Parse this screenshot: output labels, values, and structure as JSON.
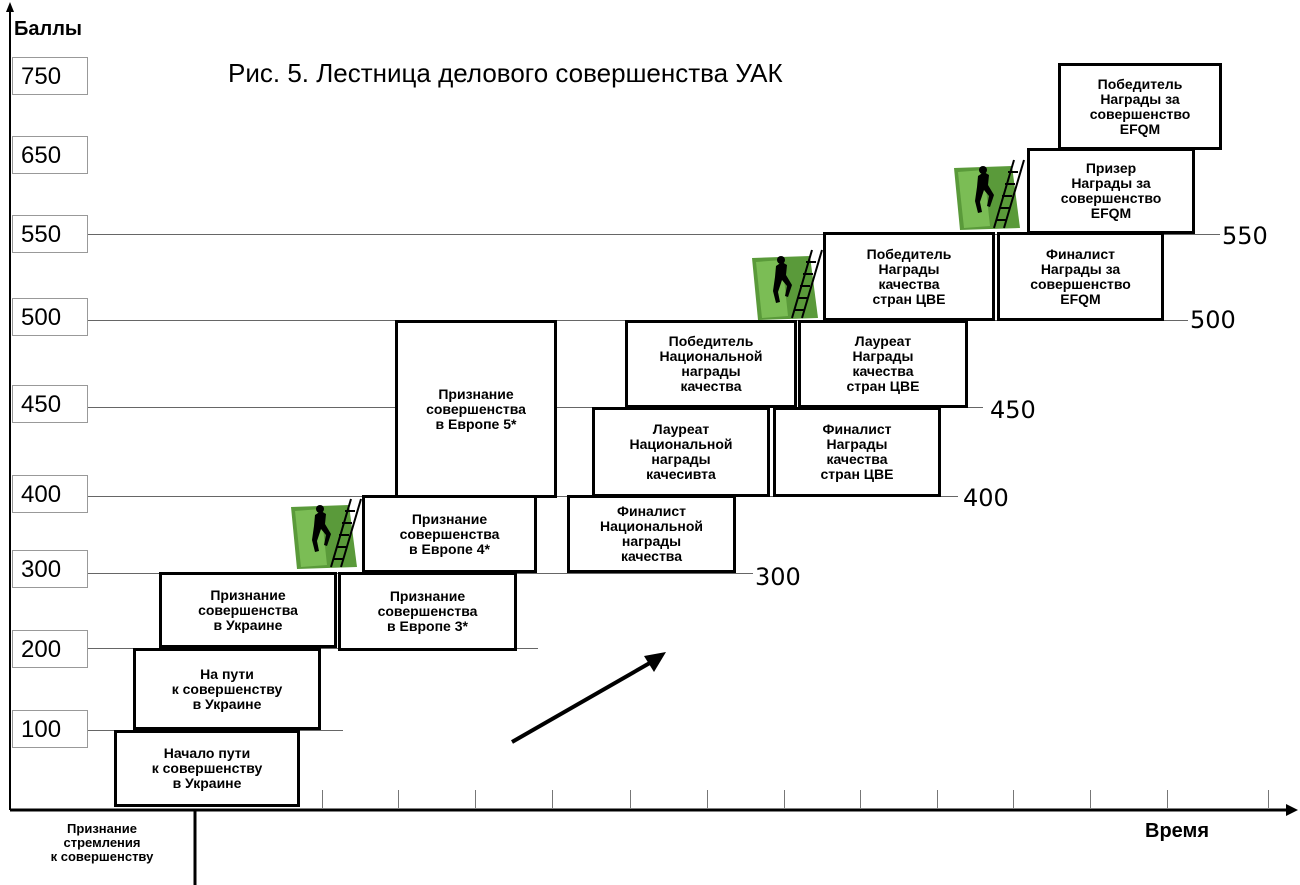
{
  "title": "Рис. 5. Лестница делового совершенства УАК",
  "y_axis_label": "Баллы",
  "x_axis_label": "Время",
  "y_levels": [
    "750",
    "650",
    "550",
    "500",
    "450",
    "400",
    "300",
    "200",
    "100"
  ],
  "right_labels": [
    "550",
    "500",
    "450",
    "400",
    "300"
  ],
  "base_label": "Признание\nстремления\nк совершенству",
  "steps": {
    "s1": "Начало пути\nк совершенству\nв Украине",
    "s2": "На пути\nк совершенству\nв Украине",
    "s3": "Признание\nсовершенства\nв Украине",
    "s4": "Признание\nсовершенства\nв Европе 3*",
    "s5": "Признание\nсовершенства\nв Европе 4*",
    "s6": "Признание\nсовершенства\nв Европе 5*",
    "s7": "Финалист\nНациональной\nнаграды\nкачества",
    "s8": "Лауреат\nНациональной\nнаграды\nкачесивта",
    "s9": "Финалист\nНаграды\nкачества\nстран ЦВЕ",
    "s10": "Победитель\nНациональной\nнаграды\nкачества",
    "s11": "Лауреат\nНаграды\nкачества\nстран ЦВЕ",
    "s12": "Победитель\nНаграды\nкачества\nстран ЦВЕ",
    "s13": "Финалист\nНаграды за\nсовершенство\nEFQM",
    "s14": "Призер\nНаграды за\nсовершенство\nEFQM",
    "s15": "Победитель\nНаграды за\nсовершенство\nEFQM"
  },
  "colors": {
    "climber_bg": "#5a9a3a",
    "line": "#000000",
    "grid": "#666666"
  }
}
